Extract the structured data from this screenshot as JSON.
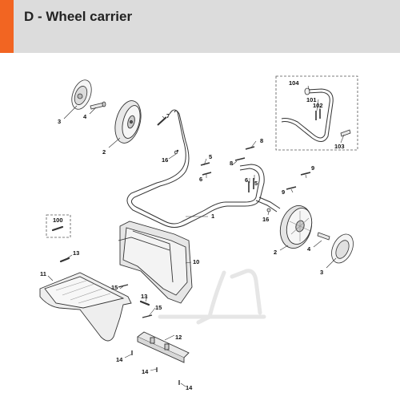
{
  "header": {
    "title": "D - Wheel carrier",
    "accent_color": "#f26522",
    "background_color": "#dcdcdc"
  },
  "callouts": {
    "c1": "1",
    "c2a": "2",
    "c2b": "2",
    "c3a": "3",
    "c3b": "3",
    "c4a": "4",
    "c4b": "4",
    "c5a": "5",
    "c5b": "5",
    "c6a": "6",
    "c6b": "6",
    "c7": "7",
    "c8a": "8",
    "c8b": "8",
    "c9a": "9",
    "c9b": "9",
    "c10": "10",
    "c11": "11",
    "c12": "12",
    "c13a": "13",
    "c13b": "13",
    "c14a": "14",
    "c14b": "14",
    "c14c": "14",
    "c15a": "15",
    "c15b": "15",
    "c16a": "16",
    "c16b": "16",
    "c100": "100",
    "c101": "101",
    "c102": "102",
    "c103": "103",
    "c104": "104"
  }
}
